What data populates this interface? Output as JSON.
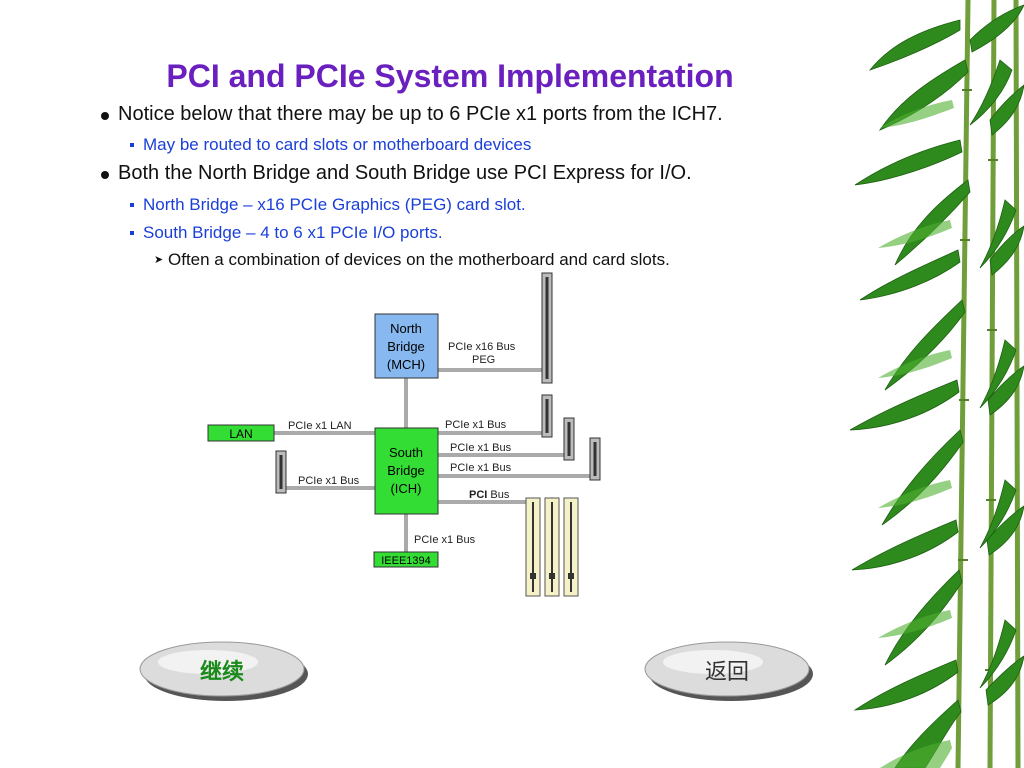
{
  "slide": {
    "title": "PCI and PCIe System Implementation",
    "bullets": [
      {
        "text": "Notice below that there may be up to 6 PCIe x1 ports from the ICH7."
      },
      {
        "text": "May be routed to card slots or motherboard devices"
      },
      {
        "text": "Both the North Bridge and South Bridge use PCI Express for I/O."
      },
      {
        "text": "North Bridge – x16 PCIe Graphics (PEG) card slot."
      },
      {
        "text": "South Bridge – 4 to 6 x1 PCIe I/O ports."
      },
      {
        "text": "Often a combination of devices on the motherboard and card slots."
      }
    ]
  },
  "diagram": {
    "north_bridge": [
      "North",
      "Bridge",
      "(MCH)"
    ],
    "south_bridge": [
      "South",
      "Bridge",
      "(ICH)"
    ],
    "lan": "LAN",
    "ieee": "IEEE1394",
    "labels": {
      "pcie_x16": "PCIe x16 Bus",
      "peg": "PEG",
      "pcie_x1_lan": "PCIe x1 LAN",
      "pcie_x1_bus_a": "PCIe x1 Bus",
      "pcie_x1_bus_b": "PCIe x1 Bus",
      "pcie_x1_bus_c": "PCIe x1 Bus",
      "pcie_x1_bus_left": "PCIe x1 Bus",
      "pci_bold": "PCI",
      "pci_rest": " Bus",
      "pcie_x1_bus_bottom": "PCIe x1 Bus"
    }
  },
  "nav": {
    "continue_label": "继续",
    "back_label": "返回"
  },
  "colors": {
    "title": "#6a1fbf",
    "sub_bullet": "#1a3fd8",
    "north_bridge_fill": "#87b9f0",
    "south_bridge_fill": "#33dd33",
    "bus_line": "#aaaaaa",
    "continue_text": "#1a8a1a"
  }
}
